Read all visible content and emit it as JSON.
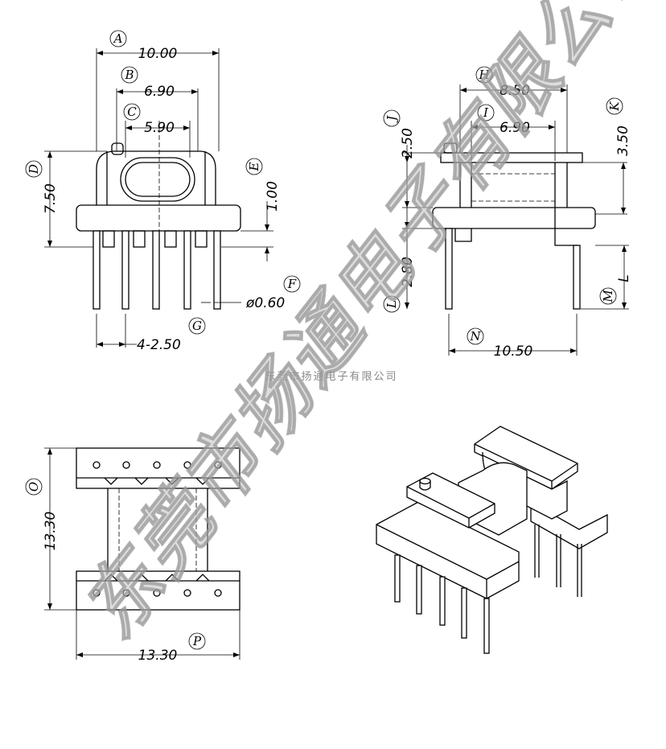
{
  "labels": {
    "A": "A",
    "B": "B",
    "C": "C",
    "D": "D",
    "E": "E",
    "F": "F",
    "G": "G",
    "H": "H",
    "I": "I",
    "J": "J",
    "K": "K",
    "L": "L",
    "M": "M",
    "N": "N",
    "O": "O",
    "P": "P"
  },
  "dimensions": {
    "A": "10.00",
    "B": "6.90",
    "C": "5.90",
    "D": "7.50",
    "E": "1.00",
    "F": "ø0.60",
    "G": "4-2.50",
    "H": "8.50",
    "I": "6.90",
    "J": "2.50",
    "K": "3.50",
    "L_val": "2.80",
    "L_letter": "L",
    "N": "10.50",
    "O": "13.30",
    "P": "13.30"
  },
  "caption": "东莞市扬通电子有限公司",
  "watermark": "东莞市扬通电子有限公司"
}
